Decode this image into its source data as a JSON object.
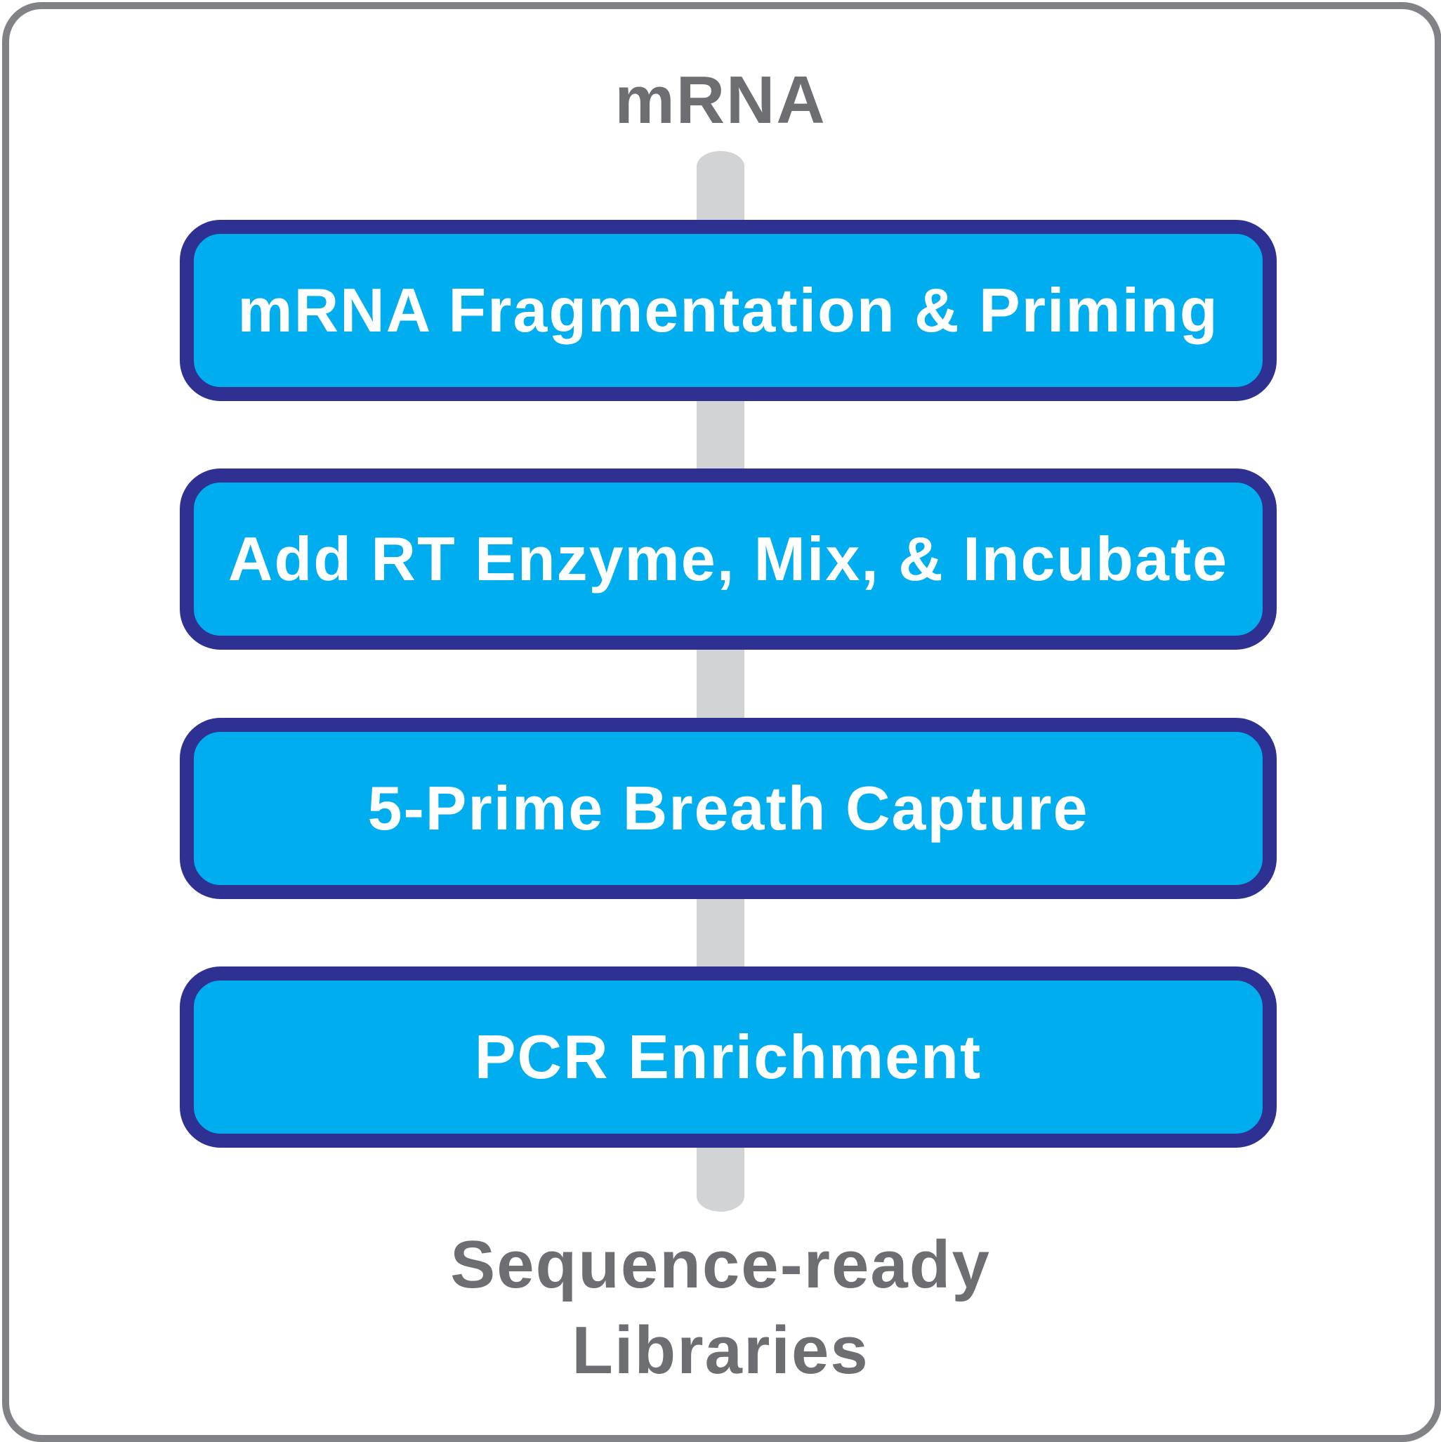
{
  "diagram": {
    "input_label": "mRNA",
    "steps": [
      {
        "label": "mRNA Fragmentation & Priming"
      },
      {
        "label": "Add RT Enzyme, Mix, & Incubate"
      },
      {
        "label": "5-Prime Breath Capture"
      },
      {
        "label": "PCR Enrichment"
      }
    ],
    "output_label_line1": "Sequence-ready",
    "output_label_line2": "Libraries"
  },
  "colors": {
    "frame_border": "#808285",
    "spine": "#d1d3d4",
    "step_fill": "#00adee",
    "step_border": "#2e3192",
    "step_text": "#ffffff",
    "label_text": "#6d6e71"
  }
}
